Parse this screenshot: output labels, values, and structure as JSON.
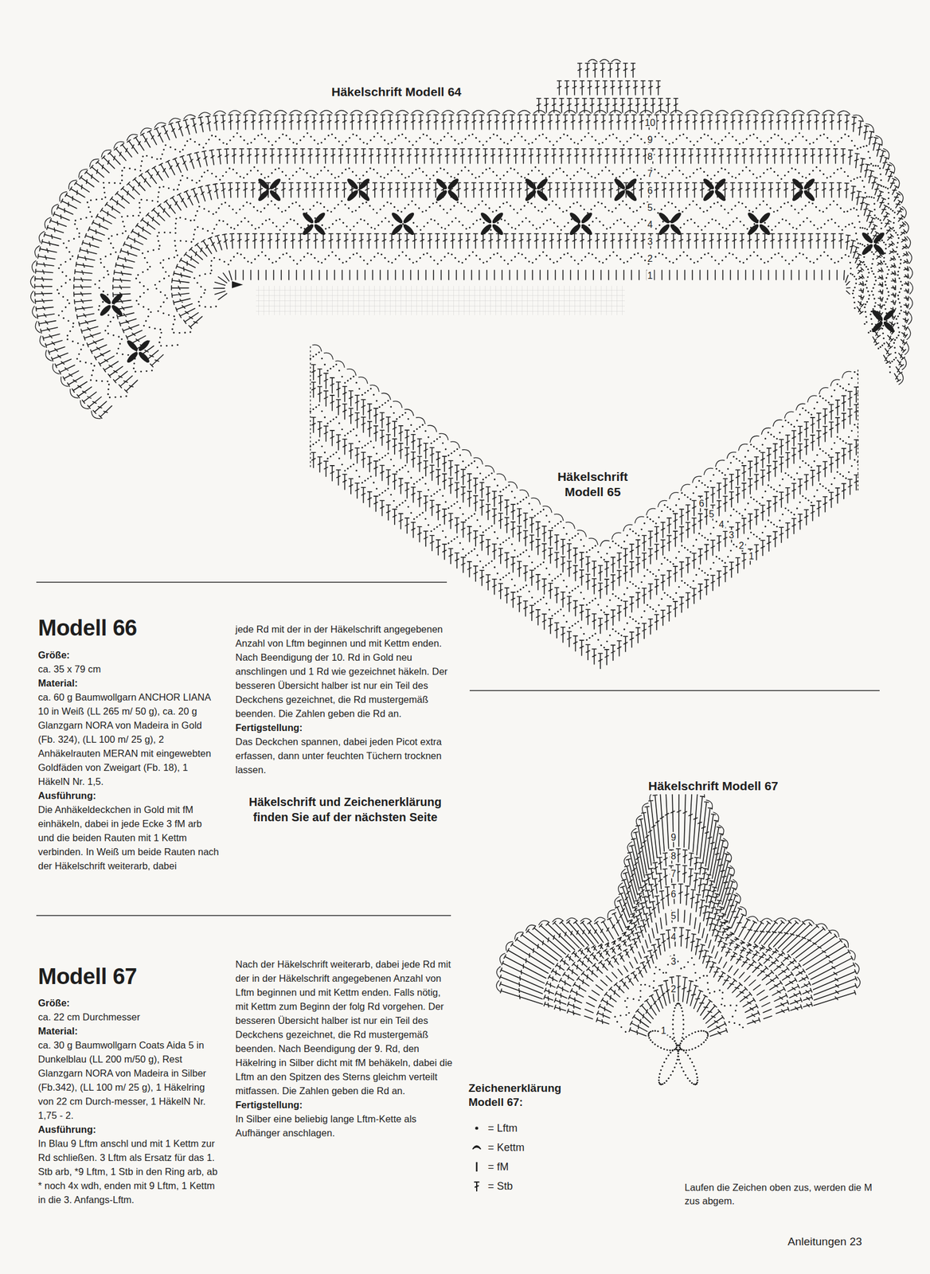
{
  "diagram": {
    "labels": [
      "Häkelschrift Modell 64",
      "10",
      "9",
      "8",
      "7",
      "6",
      "5",
      "4",
      "3",
      "2",
      "1",
      "Häkelschrift Modell 65",
      "6",
      "5",
      "4",
      "3",
      "2",
      "1",
      "Modell 66",
      "Größe:",
      "ca. 35 x 79 cm",
      "Material:",
      "ca. 60 g Baumwollgarn ANCHOR LIANA 10 in Weiß (LL 265 m/ 50 g), ca. 20 g Glanzgarn NORA von Madeira in Gold (Fb. 324), (LL 100 m/ 25 g), 2 Anhäkelrauten MERAN mit eingewebten Goldfäden von Zweigart (Fb. 18), 1 HäkelN Nr. 1,5.",
      "Ausführung:",
      "Die Anhäkeldeckchen in Gold mit fM einhäkeln, dabei in jede Ecke 3 fM arb und die beiden Rauten mit 1 Kettm verbinden. In Weiß um beide Rauten nach der Häkelschrift weiterarb, dabei",
      "jede Rd mit der in der Häkelschrift angegebenen Anzahl von Lftm beginnen und mit Kettm enden. Nach Beendigung der 10. Rd in Gold neu anschlingen und 1 Rd wie gezeichnet häkeln. Der besseren Übersicht halber ist nur ein Teil des Deckchens gezeichnet, die Rd mustergemäß beenden. Die Zahlen geben die Rd an.",
      "Fertigstellung:",
      "Das Deckchen spannen, dabei jeden Picot extra erfassen, dann unter feuchten Tüchern trocknen lassen.",
      "Häkelschrift und Zeichenerklärung finden Sie auf der nächsten Seite",
      "Häkelschrift Modell 67",
      "9",
      "8",
      "7",
      "6",
      "5",
      "4",
      "3",
      "2",
      "1",
      "Modell 67",
      "Größe:",
      "ca. 22 cm Durchmesser",
      "Material:",
      "ca. 30 g Baumwollgarn Coats Aida 5 in Dunkelblau (LL 200 m/50 g), Rest Glanzgarn NORA von Madeira in Silber (Fb.342), (LL 100 m/ 25 g), 1 Häkelring von 22 cm Durch-messer, 1 HäkelN Nr. 1,75 - 2.",
      "Ausführung:",
      "In Blau 9 Lftm anschl und mit 1 Kettm zur Rd schließen. 3 Lftm als Ersatz für das 1. Stb arb, *9 Lftm, 1 Stb in den Ring arb, ab * noch 4x wdh, enden mit 9 Lftm, 1 Kettm in die 3. Anfangs-Lftm.",
      "Nach der Häkelschrift weiterarb, dabei jede Rd mit der in der Häkelschrift angegebenen Anzahl von Lftm beginnen und mit Kettm enden. Falls nötig, mit Kettm zum Beginn der folg Rd vorgehen. Der besseren Übersicht halber ist nur ein Teil des Deckchens gezeichnet, die Rd mustergemäß beenden. Nach Beendigung der 9. Rd, den Häkelring in Silber dicht mit fM behäkeln, dabei die Lftm an den Spitzen des Sterns gleichm verteilt mitfassen. Die Zahlen geben die Rd an.",
      "Fertigstellung:",
      "In Silber eine beliebig lange Lftm-Kette als Aufhänger anschlagen.",
      "Zeichenerklärung Modell 67:",
      "Laufen die Zeichen oben zus, werden die M zus abgem.",
      "Anleitungen 23"
    ],
    "legend": [
      {
        "text": "= Lftm"
      },
      {
        "text": "= Kettm"
      },
      {
        "text": "= fM"
      },
      {
        "text": "= Stb"
      }
    ]
  }
}
